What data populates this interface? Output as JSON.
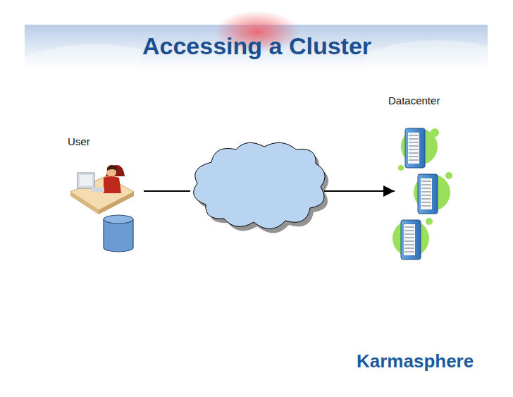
{
  "diagram": {
    "title": "Accessing a Cluster",
    "labels": [
      "Datacenter",
      "User",
      "Karmasphere"
    ]
  }
}
